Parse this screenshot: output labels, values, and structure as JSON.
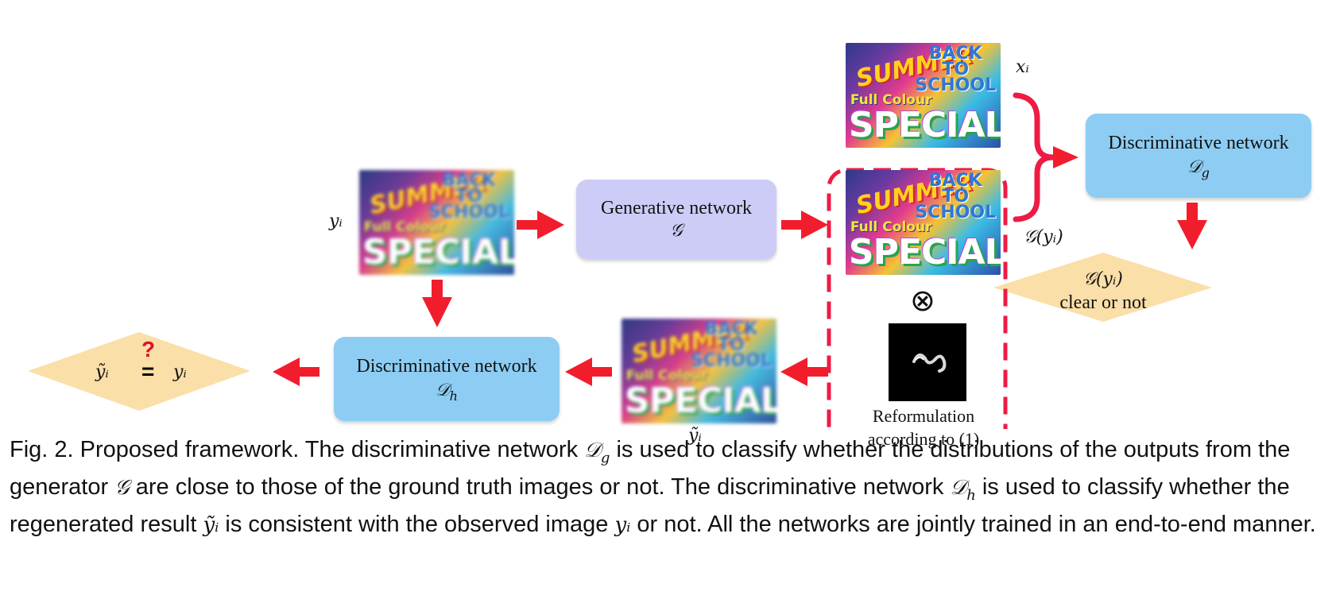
{
  "nodes": {
    "generator": {
      "line1": "Generative network",
      "line2": "𝒢"
    },
    "disc_g": {
      "line1": "Discriminative network",
      "line2": "𝒟",
      "sub": "g"
    },
    "disc_h": {
      "line1": "Discriminative network",
      "line2": "𝒟",
      "sub": "h"
    }
  },
  "decisions": {
    "right": {
      "line1": "𝒢(yᵢ)",
      "line2": "clear or not"
    },
    "left": {
      "lhs": "ỹᵢ",
      "op": "=",
      "q": "?",
      "rhs": "yᵢ"
    }
  },
  "labels": {
    "x_i": "xᵢ",
    "y_i": "yᵢ",
    "g_y_i": "𝒢(yᵢ)",
    "y_tilde": "ỹᵢ",
    "otimes": "⊗",
    "reform_line1": "Reformulation",
    "reform_line2": "according to (1)"
  },
  "image_text": {
    "summer": "SUMMER",
    "back": "BACK",
    "to": "TO",
    "school": "SCHOOL",
    "full_colour": "Full Colour",
    "special": "SPECIAL"
  },
  "caption": {
    "p1": "Fig. 2.  Proposed framework. The discriminative network ",
    "m1": "𝒟",
    "m1sub": "g",
    "p2": " is used to classify whether the distributions of the outputs from the generator ",
    "m2": "𝒢",
    "p3": " are close to those of the ground truth images or not. The discriminative network ",
    "m3": "𝒟",
    "m3sub": "h",
    "p4": " is used to classify whether the regenerated result ",
    "m4": "ỹᵢ",
    "p5": " is consistent with the observed image ",
    "m5": "yᵢ",
    "p6": " or not. All the networks are jointly trained in an end-to-end manner."
  },
  "colors": {
    "arrow": "#f21d2c",
    "generator_fill": "#cdccf7",
    "discriminator_fill": "#8dcdf3",
    "decision_fill": "#fbdfa8",
    "dashed_border": "#ee1b44"
  }
}
